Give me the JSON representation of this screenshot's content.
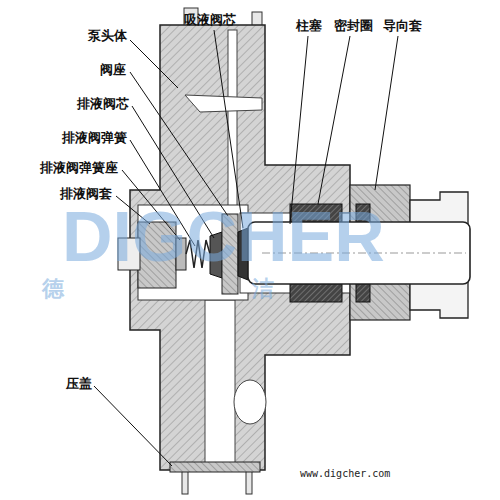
{
  "diagram": {
    "labels": [
      "泵头体",
      "吸液阀芯",
      "柱塞",
      "密封圈",
      "导向套",
      "阀座",
      "排液阀芯",
      "排液阀弹簧",
      "排液阀弹簧座",
      "排液阀套",
      "压盖",
      "DIGCHER",
      "德",
      "洁",
      "www.digcher.com"
    ]
  }
}
